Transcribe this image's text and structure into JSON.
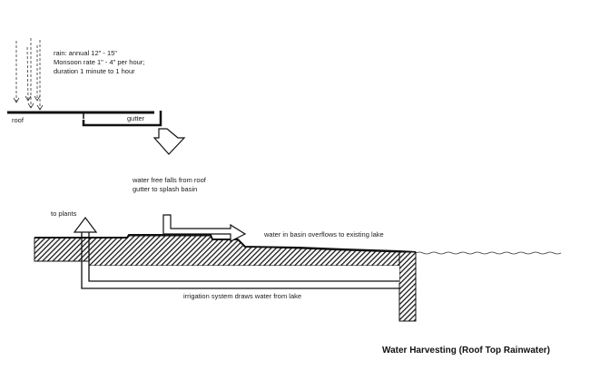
{
  "rain": {
    "line1": "rain: annual 12\" - 15\"",
    "line2": "Monsoon rate 1\" - 4\" per hour;",
    "line3": "duration 1 minute to 1 hour"
  },
  "labels": {
    "roof": "roof",
    "gutter": "gutter",
    "free_fall_1": "water free falls from roof",
    "free_fall_2": "gutter to splash basin",
    "to_plants": "to plants",
    "overflow": "water in basin overflows to existing lake",
    "irrigation": "irrigation system draws water from lake"
  },
  "title": "Water Harvesting (Roof Top Rainwater)"
}
